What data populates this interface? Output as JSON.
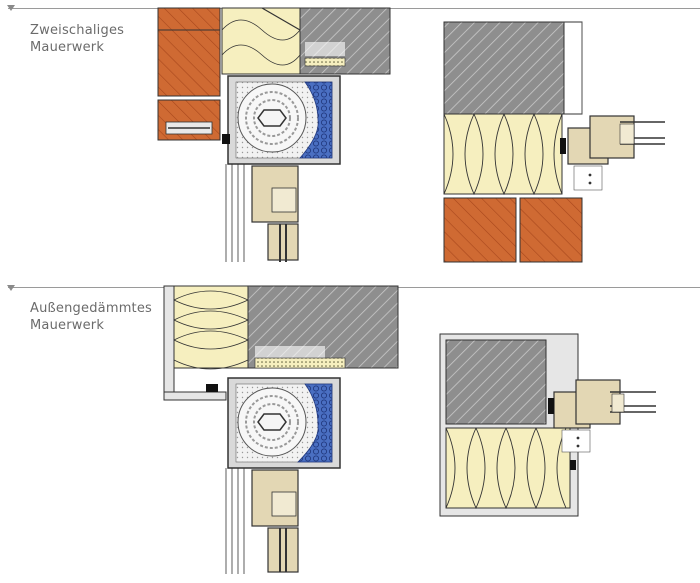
{
  "sections": [
    {
      "caption_line1": "Zweischaliges",
      "caption_line2": "Mauerwerk"
    },
    {
      "caption_line1": "Außengedämmtes",
      "caption_line2": "Mauerwerk"
    }
  ],
  "colors": {
    "brick": "#cf6a33",
    "brick_dark": "#a8471c",
    "concrete": "#8e8e8e",
    "insulation": "#f6efbf",
    "blue_foam": "#4a6fc2",
    "wood": "#e3d7b4",
    "box_grey": "#d9d9d9",
    "line": "#333333"
  }
}
